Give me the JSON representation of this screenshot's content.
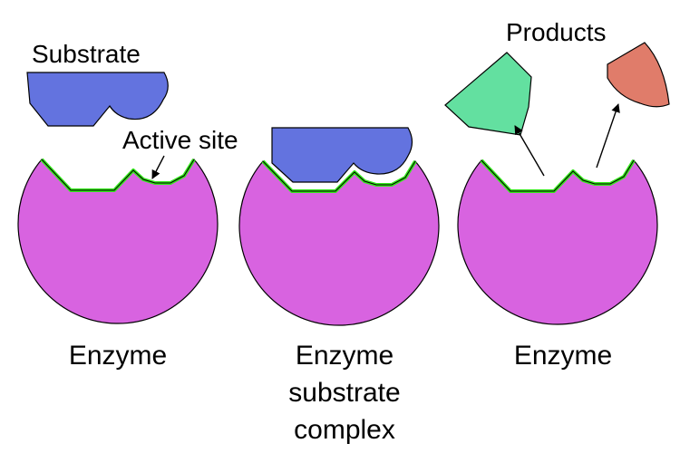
{
  "labels": {
    "substrate": "Substrate",
    "active_site": "Active site",
    "products": "Products",
    "enzyme_left": "Enzyme",
    "complex_line1": "Enzyme",
    "complex_line2": "substrate",
    "complex_line3": "complex",
    "enzyme_right": "Enzyme"
  },
  "colors": {
    "enzyme": "#d863e0",
    "substrate": "#6373df",
    "active_site": "#33e81a",
    "product_left": "#63e0a0",
    "product_right": "#e07c6a",
    "outline": "#000000"
  }
}
